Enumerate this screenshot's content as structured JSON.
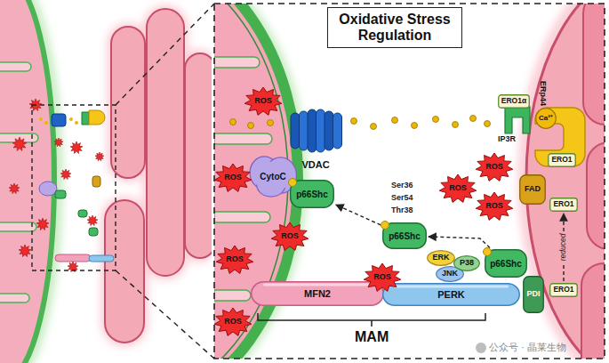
{
  "diagram": {
    "title": "Oxidative Stress Regulation",
    "nodes": [
      {
        "text": [
          "VDAC"
        ]
      },
      {
        "text": [
          "CytoC"
        ]
      },
      {
        "text": [
          "p66Shc"
        ]
      },
      {
        "text": [
          "p66Shc"
        ]
      },
      {
        "text": [
          "ERK"
        ]
      },
      {
        "text": [
          "JNK"
        ]
      },
      {
        "text": [
          "P38"
        ]
      },
      {
        "text": [
          "p66Shc"
        ]
      },
      {
        "text": [
          "MFN2"
        ]
      },
      {
        "text": [
          "PERK"
        ]
      },
      {
        "text": [
          "ERO1α"
        ]
      },
      {
        "text": [
          "ERp44"
        ]
      },
      {
        "text": [
          "Ca²⁺"
        ],
        "in": 11
      },
      {
        "text": [
          "ERO1"
        ]
      },
      {
        "text": [
          "FAD"
        ]
      },
      {
        "text": [
          "ERO1"
        ]
      },
      {
        "text": [
          "PDI"
        ]
      },
      {
        "text": [
          "ERO1"
        ]
      },
      {
        "text": [
          "ROS"
        ]
      },
      {
        "text": [
          "ROS"
        ]
      },
      {
        "text": [
          "ROS"
        ]
      },
      {
        "text": [
          "ROS"
        ]
      },
      {
        "text": [
          "ROS"
        ]
      },
      {
        "text": [
          "ROS"
        ]
      },
      {
        "text": [
          "ROS"
        ]
      },
      {
        "text": [
          "ROS"
        ]
      },
      {
        "text": [
          "ROS"
        ]
      }
    ],
    "edges": [
      {
        "from": 3,
        "to": 2,
        "arrow": "to"
      },
      {
        "from": 7,
        "to": 3,
        "arrow": "to"
      },
      {
        "from": 17,
        "to": 15,
        "label": "reduced",
        "arrow": "to"
      }
    ],
    "labels": [
      "Ser36",
      "Ser54",
      "Thr38",
      "IP3R",
      "MAM",
      "公众号 · 晶莱生物"
    ]
  }
}
